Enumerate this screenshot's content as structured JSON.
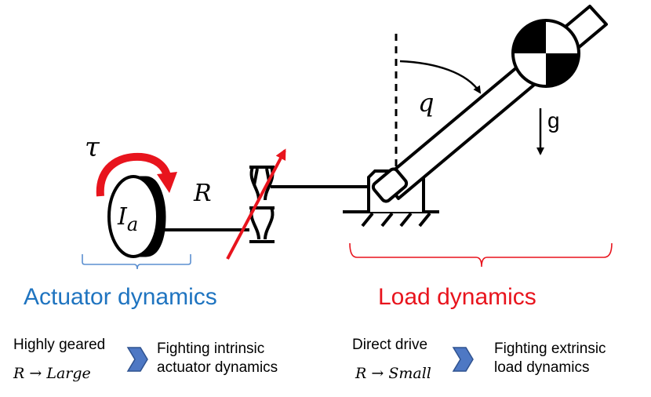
{
  "labels": {
    "torque": "τ",
    "inertia_base": "I",
    "inertia_sub": "a",
    "gear_ratio": "R",
    "joint_angle": "q",
    "gravity": "g"
  },
  "sections": {
    "actuator": {
      "title": "Actuator dynamics",
      "color": "#1f74c0",
      "condition": "Highly geared",
      "formula_lhs": "R",
      "formula_arrow": "→",
      "formula_rhs": "Large",
      "result_line1": "Fighting intrinsic",
      "result_line2": "actuator dynamics"
    },
    "load": {
      "title": "Load dynamics",
      "color": "#e8141d",
      "condition": "Direct drive",
      "formula_lhs": "R",
      "formula_arrow": "→",
      "formula_rhs": "Small",
      "result_line1": "Fighting extrinsic",
      "result_line2": "load dynamics"
    }
  },
  "colors": {
    "ink": "#000000",
    "torque_arrow": "#e8141d",
    "gear_slash": "#e8141d",
    "brace_actuator": "#5b8fd0",
    "brace_load": "#e8141d",
    "chevron_fill": "#4e78c4",
    "chevron_stroke": "#2f528f"
  }
}
